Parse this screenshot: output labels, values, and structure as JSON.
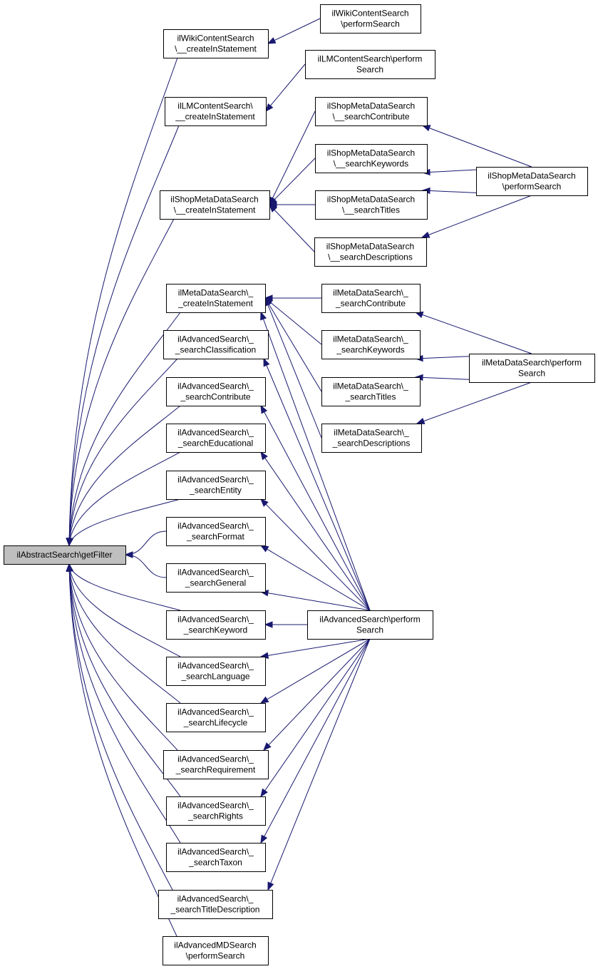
{
  "nodes": [
    {
      "id": "root",
      "lines": [
        "ilAbstractSearch\\getFilter"
      ]
    },
    {
      "id": "wiki_create",
      "lines": [
        "ilWikiContentSearch",
        "\\__createInStatement"
      ]
    },
    {
      "id": "wiki_perform",
      "lines": [
        "ilWikiContentSearch",
        "\\performSearch"
      ]
    },
    {
      "id": "lm_perform",
      "lines": [
        "ilLMContentSearch\\perform",
        "Search"
      ]
    },
    {
      "id": "lm_create",
      "lines": [
        "ilLMContentSearch\\",
        "__createInStatement"
      ]
    },
    {
      "id": "shop_contribute",
      "lines": [
        "ilShopMetaDataSearch",
        "\\__searchContribute"
      ]
    },
    {
      "id": "shop_keywords",
      "lines": [
        "ilShopMetaDataSearch",
        "\\__searchKeywords"
      ]
    },
    {
      "id": "shop_create",
      "lines": [
        "ilShopMetaDataSearch",
        "\\__createInStatement"
      ]
    },
    {
      "id": "shop_titles",
      "lines": [
        "ilShopMetaDataSearch",
        "\\__searchTitles"
      ]
    },
    {
      "id": "shop_perform",
      "lines": [
        "ilShopMetaDataSearch",
        "\\performSearch"
      ]
    },
    {
      "id": "shop_desc",
      "lines": [
        "ilShopMetaDataSearch",
        "\\__searchDescriptions"
      ]
    },
    {
      "id": "md_create",
      "lines": [
        "ilMetaDataSearch\\_",
        "_createInStatement"
      ]
    },
    {
      "id": "md_contribute",
      "lines": [
        "ilMetaDataSearch\\_",
        "_searchContribute"
      ]
    },
    {
      "id": "md_keywords",
      "lines": [
        "ilMetaDataSearch\\_",
        "_searchKeywords"
      ]
    },
    {
      "id": "md_perform",
      "lines": [
        "ilMetaDataSearch\\perform",
        "Search"
      ]
    },
    {
      "id": "md_titles",
      "lines": [
        "ilMetaDataSearch\\_",
        "_searchTitles"
      ]
    },
    {
      "id": "md_desc",
      "lines": [
        "ilMetaDataSearch\\_",
        "_searchDescriptions"
      ]
    },
    {
      "id": "adv_classification",
      "lines": [
        "ilAdvancedSearch\\_",
        "_searchClassification"
      ]
    },
    {
      "id": "adv_contribute",
      "lines": [
        "ilAdvancedSearch\\_",
        "_searchContribute"
      ]
    },
    {
      "id": "adv_educational",
      "lines": [
        "ilAdvancedSearch\\_",
        "_searchEducational"
      ]
    },
    {
      "id": "adv_entity",
      "lines": [
        "ilAdvancedSearch\\_",
        "_searchEntity"
      ]
    },
    {
      "id": "adv_format",
      "lines": [
        "ilAdvancedSearch\\_",
        "_searchFormat"
      ]
    },
    {
      "id": "adv_general",
      "lines": [
        "ilAdvancedSearch\\_",
        "_searchGeneral"
      ]
    },
    {
      "id": "adv_keyword",
      "lines": [
        "ilAdvancedSearch\\_",
        "_searchKeyword"
      ]
    },
    {
      "id": "adv_perform",
      "lines": [
        "ilAdvancedSearch\\perform",
        "Search"
      ]
    },
    {
      "id": "adv_language",
      "lines": [
        "ilAdvancedSearch\\_",
        "_searchLanguage"
      ]
    },
    {
      "id": "adv_lifecycle",
      "lines": [
        "ilAdvancedSearch\\_",
        "_searchLifecycle"
      ]
    },
    {
      "id": "adv_requirement",
      "lines": [
        "ilAdvancedSearch\\_",
        "_searchRequirement"
      ]
    },
    {
      "id": "adv_rights",
      "lines": [
        "ilAdvancedSearch\\_",
        "_searchRights"
      ]
    },
    {
      "id": "adv_taxon",
      "lines": [
        "ilAdvancedSearch\\_",
        "_searchTaxon"
      ]
    },
    {
      "id": "adv_titledesc",
      "lines": [
        "ilAdvancedSearch\\_",
        "_searchTitleDescription"
      ]
    },
    {
      "id": "advmd_perform",
      "lines": [
        "ilAdvancedMDSearch",
        "\\performSearch"
      ]
    }
  ],
  "edges": [
    {
      "from": "wiki_create",
      "to": "root"
    },
    {
      "from": "lm_create",
      "to": "root"
    },
    {
      "from": "shop_create",
      "to": "root"
    },
    {
      "from": "md_create",
      "to": "root"
    },
    {
      "from": "adv_classification",
      "to": "root"
    },
    {
      "from": "adv_contribute",
      "to": "root"
    },
    {
      "from": "adv_educational",
      "to": "root"
    },
    {
      "from": "adv_entity",
      "to": "root"
    },
    {
      "from": "adv_format",
      "to": "root"
    },
    {
      "from": "adv_general",
      "to": "root"
    },
    {
      "from": "adv_keyword",
      "to": "root"
    },
    {
      "from": "adv_language",
      "to": "root"
    },
    {
      "from": "adv_lifecycle",
      "to": "root"
    },
    {
      "from": "adv_requirement",
      "to": "root"
    },
    {
      "from": "adv_rights",
      "to": "root"
    },
    {
      "from": "adv_taxon",
      "to": "root"
    },
    {
      "from": "adv_titledesc",
      "to": "root"
    },
    {
      "from": "advmd_perform",
      "to": "root"
    },
    {
      "from": "wiki_perform",
      "to": "wiki_create"
    },
    {
      "from": "lm_perform",
      "to": "lm_create"
    },
    {
      "from": "shop_contribute",
      "to": "shop_create"
    },
    {
      "from": "shop_keywords",
      "to": "shop_create"
    },
    {
      "from": "shop_titles",
      "to": "shop_create"
    },
    {
      "from": "shop_desc",
      "to": "shop_create"
    },
    {
      "from": "shop_perform",
      "to": "shop_contribute"
    },
    {
      "from": "shop_perform",
      "to": "shop_keywords"
    },
    {
      "from": "shop_perform",
      "to": "shop_titles"
    },
    {
      "from": "shop_perform",
      "to": "shop_desc"
    },
    {
      "from": "md_contribute",
      "to": "md_create"
    },
    {
      "from": "md_keywords",
      "to": "md_create"
    },
    {
      "from": "md_titles",
      "to": "md_create"
    },
    {
      "from": "md_desc",
      "to": "md_create"
    },
    {
      "from": "adv_perform",
      "to": "md_create"
    },
    {
      "from": "md_perform",
      "to": "md_contribute"
    },
    {
      "from": "md_perform",
      "to": "md_keywords"
    },
    {
      "from": "md_perform",
      "to": "md_titles"
    },
    {
      "from": "md_perform",
      "to": "md_desc"
    },
    {
      "from": "adv_perform",
      "to": "adv_classification"
    },
    {
      "from": "adv_perform",
      "to": "adv_contribute"
    },
    {
      "from": "adv_perform",
      "to": "adv_educational"
    },
    {
      "from": "adv_perform",
      "to": "adv_entity"
    },
    {
      "from": "adv_perform",
      "to": "adv_format"
    },
    {
      "from": "adv_perform",
      "to": "adv_general"
    },
    {
      "from": "adv_perform",
      "to": "adv_keyword"
    },
    {
      "from": "adv_perform",
      "to": "adv_language"
    },
    {
      "from": "adv_perform",
      "to": "adv_lifecycle"
    },
    {
      "from": "adv_perform",
      "to": "adv_requirement"
    },
    {
      "from": "adv_perform",
      "to": "adv_rights"
    },
    {
      "from": "adv_perform",
      "to": "adv_taxon"
    },
    {
      "from": "adv_perform",
      "to": "adv_titledesc"
    }
  ],
  "colors": {
    "edge": "#191970",
    "root_fill": "#bfbfbf",
    "node_fill": "#ffffff"
  }
}
